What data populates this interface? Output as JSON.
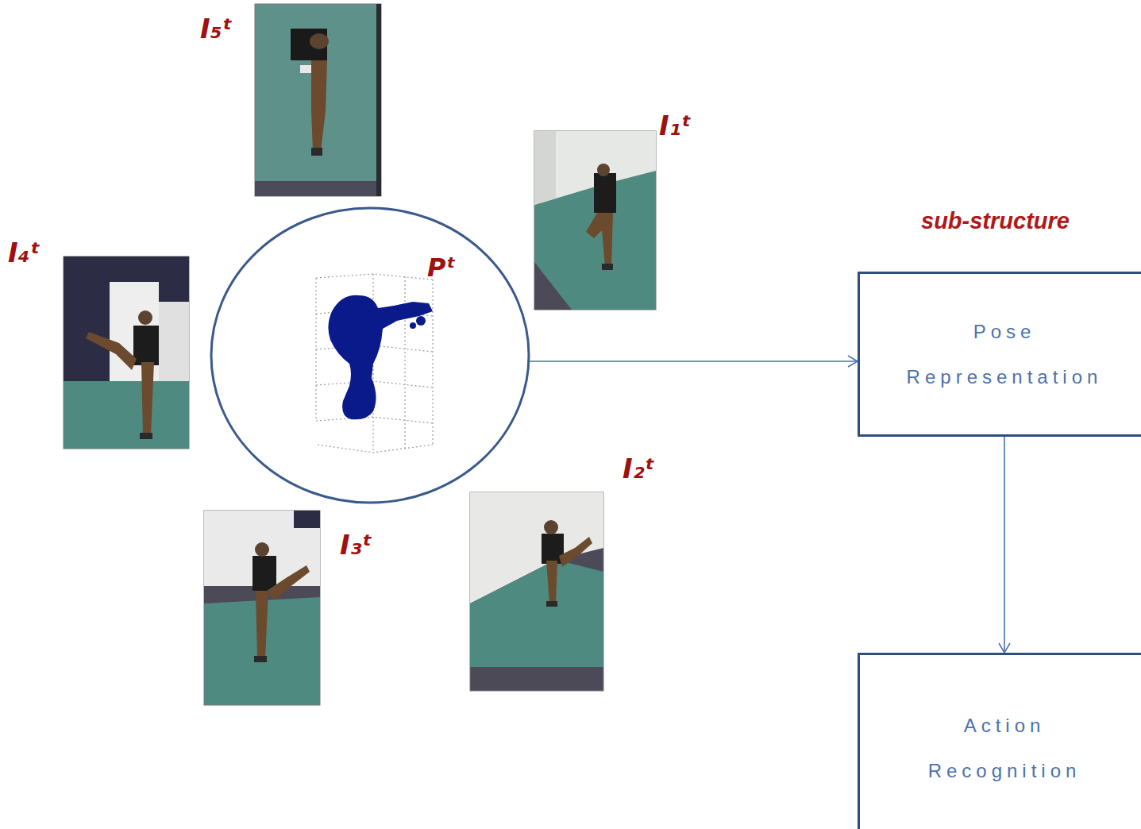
{
  "diagram": {
    "nodes": [
      {
        "text": [
          "Pᵗ"
        ]
      },
      {
        "text": [
          "Pose Representation"
        ]
      },
      {
        "text": [
          "Action Recognition"
        ]
      }
    ],
    "edges": [
      {
        "from": 0,
        "to": 1,
        "arrow": "to"
      },
      {
        "from": 1,
        "to": 2,
        "arrow": "to"
      }
    ],
    "labels": [
      "sub-structure",
      "I₅ᵗ",
      "I₁ᵗ",
      "I₄ᵗ",
      "I₃ᵗ",
      "I₂ᵗ"
    ]
  }
}
